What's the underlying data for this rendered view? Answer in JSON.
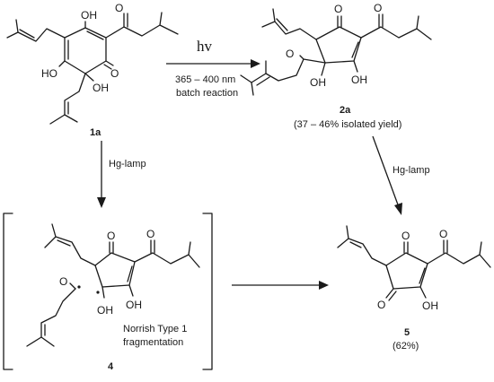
{
  "atoms": {
    "oh": "OH",
    "ho": "HO",
    "o": "O"
  },
  "compounds": {
    "c1a": {
      "id": "1a"
    },
    "c2a": {
      "id": "2a",
      "yield": "(37 – 46% isolated yield)"
    },
    "c4": {
      "id": "4",
      "note_line1": "Norrish Type 1",
      "note_line2": "fragmentation"
    },
    "c5": {
      "id": "5",
      "yield": "(62%)"
    }
  },
  "arrows": {
    "top": {
      "line1": "hv",
      "line2": "365 – 400 nm",
      "line3": "batch reaction"
    },
    "left": {
      "label": "Hg-lamp"
    },
    "right": {
      "label": "Hg-lamp"
    }
  }
}
